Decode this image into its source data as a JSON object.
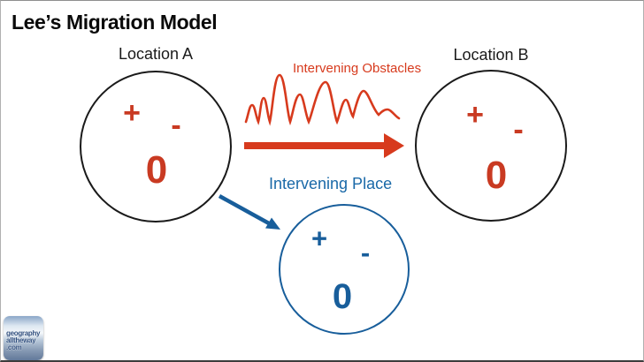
{
  "title": "Lee’s Migration Model",
  "circles": {
    "location_a": {
      "label": "Location A",
      "plus": "+",
      "minus": "-",
      "zero": "0"
    },
    "location_b": {
      "label": "Location B",
      "plus": "+",
      "minus": "-",
      "zero": "0"
    },
    "intervening_place": {
      "label": "Intervening Place",
      "plus": "+",
      "minus": "-",
      "zero": "0"
    }
  },
  "annotations": {
    "intervening_obstacles": "Intervening Obstacles"
  },
  "logo": {
    "line1": "geography",
    "line2": "alltheway",
    "line3": ".com"
  },
  "colors": {
    "red": "#d73a1d",
    "red_symbol": "#c93a22",
    "blue": "#185e9b",
    "blue_label": "#1a69a8",
    "black": "#1a1a1a"
  }
}
